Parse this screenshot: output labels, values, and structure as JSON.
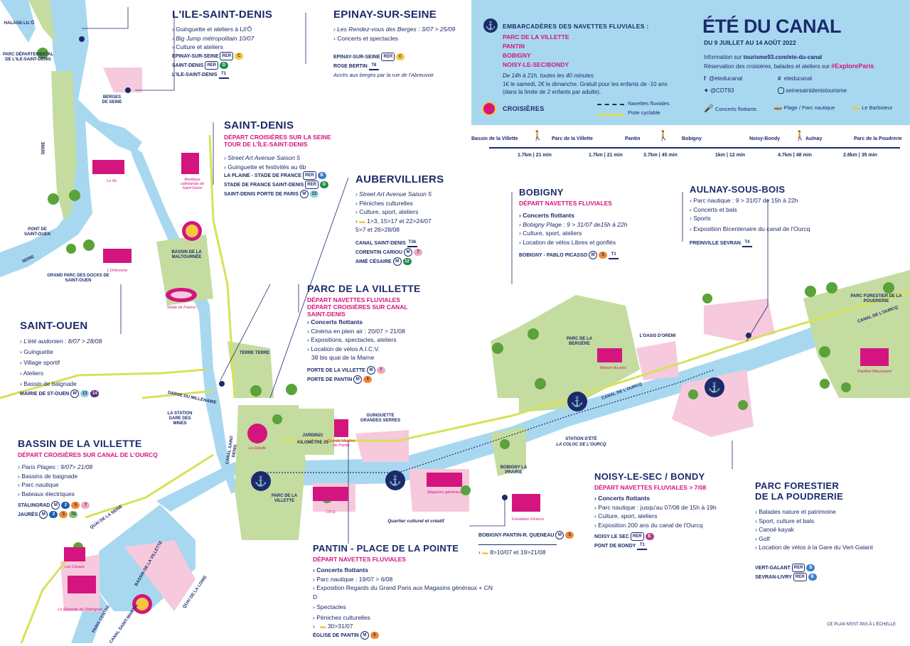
{
  "header": {
    "title": "ÉTÉ DU CANAL",
    "dates": "DU 9 JUILLET AU 14 AOÛT 2022",
    "info_line1_prefix": "Information sur ",
    "info_url": "tourisme93.com/ete-du-canal",
    "info_line2": "Réservation des croisières, balades et ateliers sur",
    "hashtag": "#ExploreParis",
    "social": {
      "facebook": "@eteducanal",
      "twitter": "@CDT93",
      "hashtag": "eteducanal",
      "instagram": "seinesaintdenistourisme"
    },
    "legend": {
      "navettes": "Navettes fluviales",
      "piste": "Piste cyclable",
      "concerts": "Concerts flottants",
      "plage": "Plage / Parc nautique",
      "barboteur": "Le Barboteur"
    },
    "embark_title": "EMBARCADÈRES DES NAVETTES FLUVIALES :",
    "embark_stops": [
      "PARC DE LA VILLETTE",
      "PANTIN",
      "BOBIGNY",
      "NOISY-LE-SEC/BONDY"
    ],
    "embark_info1": "De 14h à 21h, toutes les 40 minutes",
    "embark_info2": "1€ le samedi, 2€ le dimanche. Gratuit pour les enfants de -10 ans",
    "embark_info3": "(dans la limite de 2 enfants par adulte).",
    "croisieres": "CROISIÈRES"
  },
  "route": {
    "stops": [
      "Bassin de la Villette",
      "Parc de la Villette",
      "Pantin",
      "Bobigny",
      "Noisy-Bondy",
      "Aulnay",
      "Parc de la Poudrerie"
    ],
    "distances": [
      "1.7km | 21 min",
      "1.7km | 21 min",
      "3.7km | 45 min",
      "1km | 12 min",
      "4.7km | 48 min",
      "2.8km | 35 min"
    ]
  },
  "sections": {
    "ile_saint_denis": {
      "title": "L'ILE-SAINT-DENIS",
      "items": [
        "Guinguette et ateliers à Lil'Ô",
        "Big Jump métropolitain 10/07",
        "Culture et ateliers"
      ],
      "stops": [
        {
          "name": "EPINAY-SUR-SEINE",
          "lines": [
            "RER",
            "C"
          ]
        },
        {
          "name": "SAINT-DENIS",
          "lines": [
            "RER",
            "D"
          ]
        },
        {
          "name": "L'ILE-SAINT-DENIS",
          "lines": [
            "T1"
          ]
        }
      ]
    },
    "epinay": {
      "title": "EPINAY-SUR-SEINE",
      "items": [
        "Les Rendez-vous des Berges : 3/07 > 25/09",
        "Concerts et spectacles"
      ],
      "stops": [
        {
          "name": "EPINAY-SUR-SEINE",
          "lines": [
            "RER",
            "C"
          ]
        },
        {
          "name": "ROSE BERTIN",
          "lines": [
            "T8"
          ]
        }
      ],
      "note": "Accès aux berges par la rue de l'Abreuvoir"
    },
    "saint_denis": {
      "title": "SAINT-DENIS",
      "sub1": "DÉPART CROISIÈRES SUR LA SEINE",
      "sub2": "TOUR DE L'ÎLE-SAINT-DENIS",
      "items": [
        "Street Art Avenue Saison 5",
        "Guinguette et festivités au 6b"
      ],
      "stops": [
        {
          "name": "LA PLAINE - STADE DE FRANCE",
          "lines": [
            "RER",
            "B"
          ]
        },
        {
          "name": "STADE DE FRANCE SAINT-DENIS",
          "lines": [
            "RER",
            "D"
          ]
        },
        {
          "name": "SAINT-DENIS PORTE DE PARIS",
          "lines": [
            "M",
            "13"
          ]
        }
      ]
    },
    "aubervilliers": {
      "title": "AUBERVILLIERS",
      "items": [
        "Street Art Avenue Saison 5",
        "Péniches culturelles",
        "Culture, sport, ateliers"
      ],
      "dates1": "1>3, 15>17 et 22>24/07",
      "dates2": "5>7 et 26>28/08",
      "stops": [
        {
          "name": "CANAL SAINT-DENIS",
          "lines": [
            "T3b"
          ]
        },
        {
          "name": "CORENTIN CARIOU",
          "lines": [
            "M",
            "7"
          ]
        },
        {
          "name": "AIMÉ CÉSAIRE",
          "lines": [
            "M",
            "12"
          ]
        }
      ]
    },
    "parc_villette": {
      "title": "PARC DE LA VILLETTE",
      "sub1": "DÉPART NAVETTES FLUVIALES",
      "sub2": "DÉPART CROISIÈRES SUR CANAL",
      "sub3": "SAINT-DENIS",
      "items": [
        "Concerts flottants",
        "Cinéma en plein air : 20/07 > 21/08",
        "Expositions, spectacles, ateliers",
        "Location de vélos A.I.C.V."
      ],
      "addr": "38 bis quai de la Marne",
      "stops": [
        {
          "name": "PORTE DE LA VILLETTE",
          "lines": [
            "M",
            "7"
          ]
        },
        {
          "name": "PORTE DE PANTIN",
          "lines": [
            "M",
            "5"
          ]
        }
      ]
    },
    "saint_ouen": {
      "title": "SAINT-OUEN",
      "items": [
        "L'été audonien : 8/07 > 28/08",
        "Guinguette",
        "Village sportif",
        "Ateliers",
        "Bassin de baignade"
      ],
      "stops": [
        {
          "name": "MAIRIE DE ST-OUEN",
          "lines": [
            "M",
            "13",
            "14"
          ]
        }
      ]
    },
    "bassin_villette": {
      "title": "BASSIN DE LA VILLETTE",
      "sub1": "DÉPART CROISIÈRES SUR CANAL DE L'OURCQ",
      "items": [
        "Paris Plages : 9/07> 21/08",
        "Bassins de baignade",
        "Parc nautique",
        "Bateaux électriques"
      ],
      "stops": [
        {
          "name": "STALINGRAD",
          "lines": [
            "M",
            "2",
            "5",
            "7"
          ]
        },
        {
          "name": "JAURÈS",
          "lines": [
            "M",
            "2",
            "5",
            "7b"
          ]
        }
      ]
    },
    "bobigny": {
      "title": "BOBIGNY",
      "sub1": "DÉPART NAVETTES FLUVIALES",
      "items": [
        "Concerts flottants",
        "Bobigny Plage : 9 > 31/07 de15h à 22h",
        "Culture, sport, ateliers",
        "Location de vélos Libres et gonflés"
      ],
      "stops": [
        {
          "name": "BOBIGNY - PABLO PICASSO",
          "lines": [
            "M",
            "5",
            "T1"
          ]
        }
      ]
    },
    "aulnay": {
      "title": "AULNAY-SOUS-BOIS",
      "items": [
        "Parc nautique : 9 > 31/07 de 15h à 22h",
        "Concerts et bals",
        "Sports",
        "Exposition Bicentenaire du canal de l'Ourcq"
      ],
      "stops": [
        {
          "name": "FREINVILLE SEVRAN",
          "lines": [
            "T4"
          ]
        }
      ]
    },
    "noisy": {
      "title": "NOISY-LE-SEC / BONDY",
      "sub1": "DÉPART NAVETTES FLUVIALES > 7/08",
      "items": [
        "Concerts flottants",
        "Parc nautique : jusqu'au 07/08 de 15h à 19h",
        "Culture, sport, ateliers",
        "Exposition 200 ans du canal de l'Ourcq"
      ],
      "stops": [
        {
          "name": "NOISY LE SEC",
          "lines": [
            "RER",
            "E"
          ]
        },
        {
          "name": "PONT DE BONDY",
          "lines": [
            "T1"
          ]
        }
      ]
    },
    "pantin": {
      "title": "PANTIN - PLACE DE LA POINTE",
      "sub1": "DÉPART NAVETTES FLUVIALES",
      "items": [
        "Concerts flottants",
        "Parc nautique : 19/07 > 6/08",
        "Exposition Regards du Grand Paris aux Magasins généraux + CN D",
        "Spectacles",
        "Péniches culturelles"
      ],
      "dates": "30>31/07",
      "stops": [
        {
          "name": "ÉGLISE DE PANTIN",
          "lines": [
            "M",
            "5"
          ]
        }
      ]
    },
    "bobigny_pantin": {
      "stop": {
        "name": "BOBIGNY-PANTIN-R. QUENEAU",
        "lines": [
          "M",
          "5"
        ]
      },
      "dates": "8>10/07 et 19>21/08"
    },
    "poudrerie": {
      "title1": "PARC FORESTIER",
      "title2": "DE LA POUDRERIE",
      "items": [
        "Balades nature et patrimoine",
        "Sport, culture et bals",
        "Canoë kayak",
        "Golf",
        "Location de vélos à la Gare du Vert-Galant"
      ],
      "stops": [
        {
          "name": "VERT-GALANT",
          "lines": [
            "RER",
            "B"
          ]
        },
        {
          "name": "SEVRAN-LIVRY",
          "lines": [
            "RER",
            "B"
          ]
        }
      ]
    }
  },
  "map_labels": {
    "halage": "HALAGE-LIL'Ô",
    "parc_dep": "PARC DÉPARTEMENTAL DE L'ILE-SAINT-DENIS",
    "berges": "BERGES DE SEINE",
    "seine1": "SEINE",
    "seine2": "SEINE",
    "pont_st_ouen": "PONT DE SAINT-OUEN",
    "grand_parc": "GRAND PARC DES DOCKS DE SAINT-OUEN",
    "orfevrerie": "L'Orfèvrerie",
    "le6b": "Le 6b",
    "basilique": "Basilique cathédrale de Saint-Denis",
    "stade": "Stade de France",
    "bassin_maltournee": "BASSIN DE LA MALTOURNÉE",
    "terre_terre": "TERRE TERRE",
    "darse": "DARSE DU MILLÉNAIRE",
    "station_gare": "LA STATION GARE DES MINES",
    "canal_st_denis": "CANAL SAINT DENIS",
    "geode": "La Géode",
    "jardin21": "JARDIN21",
    "kilometre25": "KILOMÈTRE 25",
    "grands_moulins": "Grands Moulins de Pantin",
    "guinguette_gs": "GUINGUETTE GRANDES SERRES",
    "magasins": "Magasins généraux",
    "cnd": "CN D",
    "quartier": "Quartier culturel et créatif",
    "parc_villette_map": "PARC DE LA VILLETTE",
    "bassin_villette_map": "BASSIN DE LA VILLETTE",
    "quai_seine": "QUAI DE LA SEINE",
    "quai_loire": "QUAI DE LA LOIRE",
    "les_caraux": "Les Caraux",
    "rotonde": "La Rotonde de Stalingrad",
    "paris_centre": "PARIS CENTRE",
    "canal_st_martin": "CANAL SAINT-MARTIN",
    "parc_bergere": "PARC DE LA BERGÈRE",
    "maison_parc": "Maison du parc",
    "oasis": "L'OASIS D'OREMI",
    "station_ete": "STATION D'ÉTÉ",
    "coloc": "LA COLOC DE L'OURCQ",
    "bobigny_prairie": "BOBIGNY LA PRAIRIE",
    "fondation": "Fondation Fiminco",
    "canal_ourcq": "CANAL DE L'OURCQ",
    "canal_ourcq2": "CANAL DE L'OURCQ",
    "parc_poudrerie_map": "PARC FORESTIER DE LA POUDRERIE",
    "pavillon": "Pavillon Maurouard",
    "echelle": "CE PLAN N'EST PAS À L'ÉCHELLE"
  },
  "colors": {
    "navy": "#1c2a6b",
    "pink": "#d4147f",
    "water": "#a8d8f0",
    "green": "#c5dca0",
    "lightpink": "#f6c9dc",
    "yellow": "#f6c63e",
    "cycle": "#d8e05a"
  }
}
